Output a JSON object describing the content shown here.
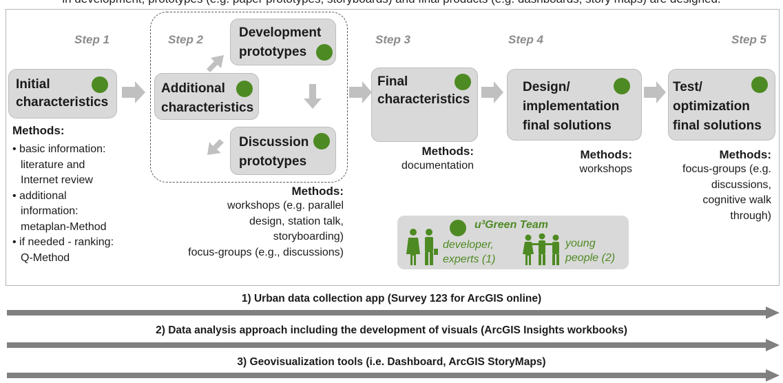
{
  "caption": "in development, prototypes (e.g. paper prototypes, storyboards) and final products (e.g. dashboards, story maps) are designed.",
  "steps": [
    "Step 1",
    "Step 2",
    "Step 3",
    "Step 4",
    "Step 5"
  ],
  "boxes": {
    "initial": [
      "Initial",
      "characteristics"
    ],
    "development": [
      "Development",
      "prototypes"
    ],
    "additional": [
      "Additional",
      "characteristics"
    ],
    "discussion": [
      "Discussion",
      "prototypes"
    ],
    "final": [
      "Final",
      "characteristics"
    ],
    "design": [
      "Design/",
      "implementation",
      "final solutions"
    ],
    "test": [
      "Test/",
      "optimization",
      "final solutions"
    ]
  },
  "methods": {
    "title": "Methods:",
    "step1": [
      "• basic information:",
      "literature and",
      "Internet review",
      "• additional",
      "information:",
      "metaplan-Method",
      "• if needed - ranking:",
      "Q-Method"
    ],
    "step2": [
      "workshops (e.g. parallel",
      "design, station talk,",
      "storyboarding)",
      "focus-groups (e.g., discussions)"
    ],
    "step3": [
      "documentation"
    ],
    "step4": [
      "workshops"
    ],
    "step5": [
      "focus-groups (e.g.",
      "discussions,",
      "cognitive walk",
      "through)"
    ]
  },
  "legend": {
    "title": "u³Green Team",
    "group1": [
      "developer,",
      "experts (1)"
    ],
    "group2": [
      "young",
      "people (2)"
    ]
  },
  "bands": [
    "1) Urban data collection app (Survey 123 for ArcGIS online)",
    "2) Data analysis approach including the development of visuals (ArcGIS Insights workbooks)",
    "3) Geovisualization tools (i.e. Dashboard, ArcGIS StoryMaps)"
  ],
  "colors": {
    "accent": "#4e8a23",
    "box": "#d9d9d9",
    "arrow": "#c0c0c0",
    "band": "#808080"
  }
}
